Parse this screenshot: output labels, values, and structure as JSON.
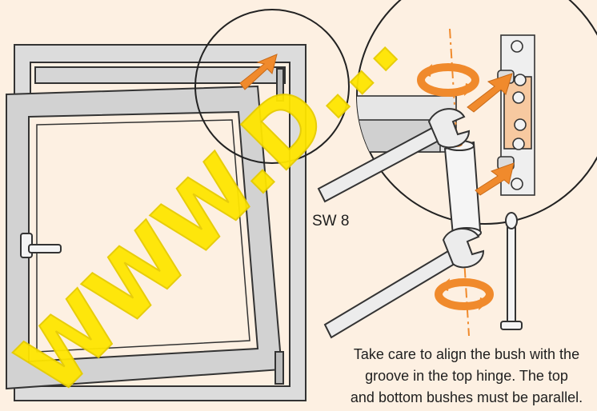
{
  "labels": {
    "wrench_size": "SW 8",
    "caption_lines": [
      "Take care to align the bush with the",
      "groove in the top hinge. The top",
      "and bottom bushes must be parallel."
    ]
  },
  "watermark": {
    "text": "WWW.D..."
  },
  "colors": {
    "background": "#fdf0e2",
    "arrow_orange": "#f08a2c",
    "watermark_yellow": "#ffe600",
    "frame_gray": "#dcdcdc",
    "line_dark": "#333333"
  },
  "icons": {
    "rotation": "rotate-arrows-icon",
    "direction": "direction-arrow-icon",
    "wrench": "open-end-wrench-icon"
  }
}
